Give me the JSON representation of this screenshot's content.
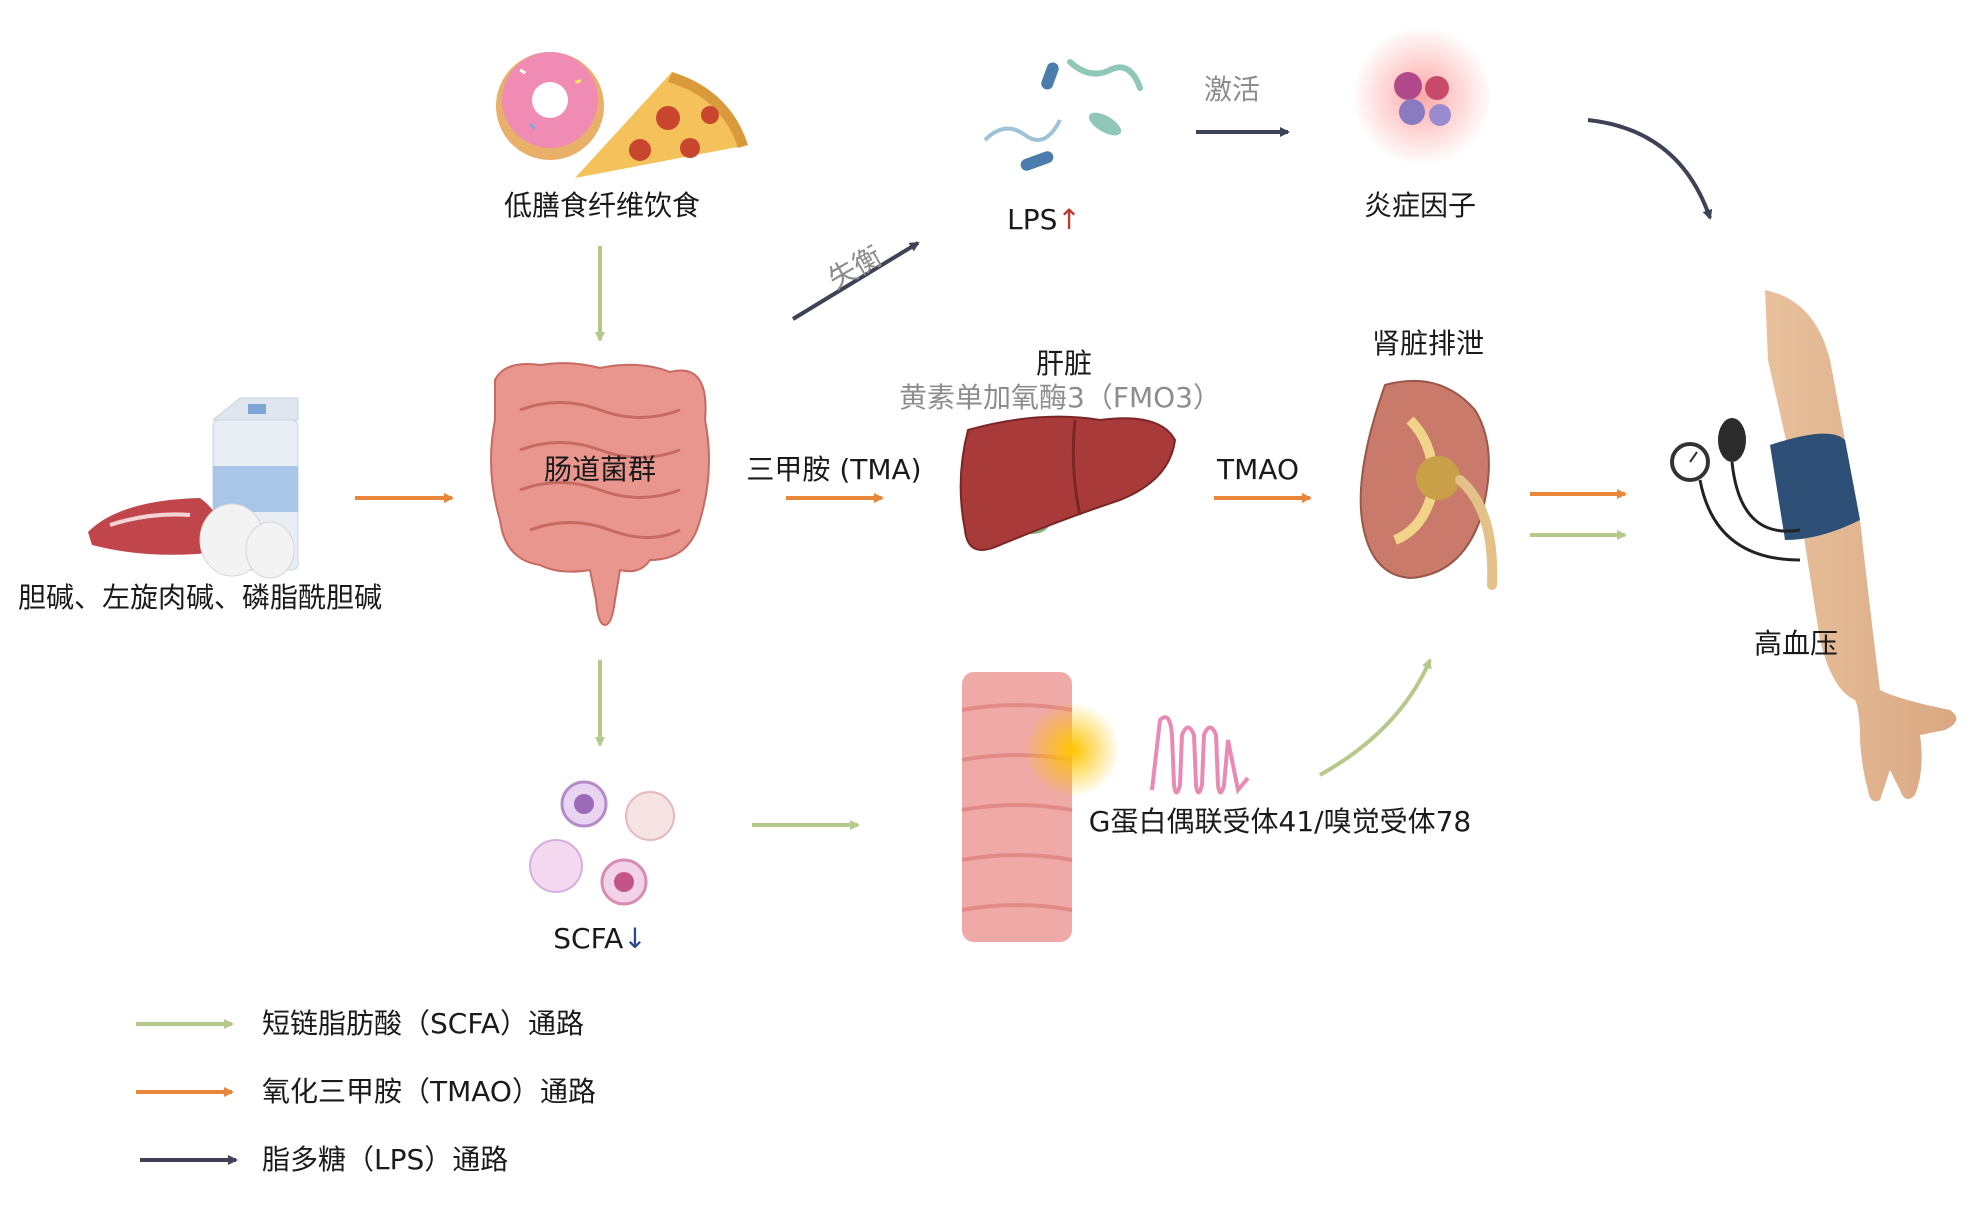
{
  "nodes": {
    "low_fiber_diet": "低膳食纤维饮食",
    "choline": "胆碱、左旋肉碱、磷脂酰胆碱",
    "gut_microbiota": "肠道菌群",
    "tma": "三甲胺 (TMA)",
    "liver": "肝脏",
    "fmo3": "黄素单加氧酶3（FMO3）",
    "tmao": "TMAO",
    "kidney_excretion": "肾脏排泄",
    "lps": "LPS",
    "lps_arrow": "↑",
    "inflammatory_factors": "炎症因子",
    "scfa": "SCFA",
    "scfa_arrow": "↓",
    "gpr": "G蛋白偶联受体41/嗅觉受体78",
    "hypertension": "高血压"
  },
  "edge_labels": {
    "imbalance": "失衡",
    "activate": "激活"
  },
  "legend": {
    "scfa_path": "短链脂肪酸（SCFA）通路",
    "tmao_path": "氧化三甲胺（TMAO）通路",
    "lps_path": "脂多糖（LPS）通路"
  },
  "colors": {
    "scfa": "#b5c98a",
    "tmao": "#e8873a",
    "lps": "#3d4256",
    "intestine": "#e9978e",
    "liver": "#a83a3a",
    "kidney": "#c97a6a"
  }
}
